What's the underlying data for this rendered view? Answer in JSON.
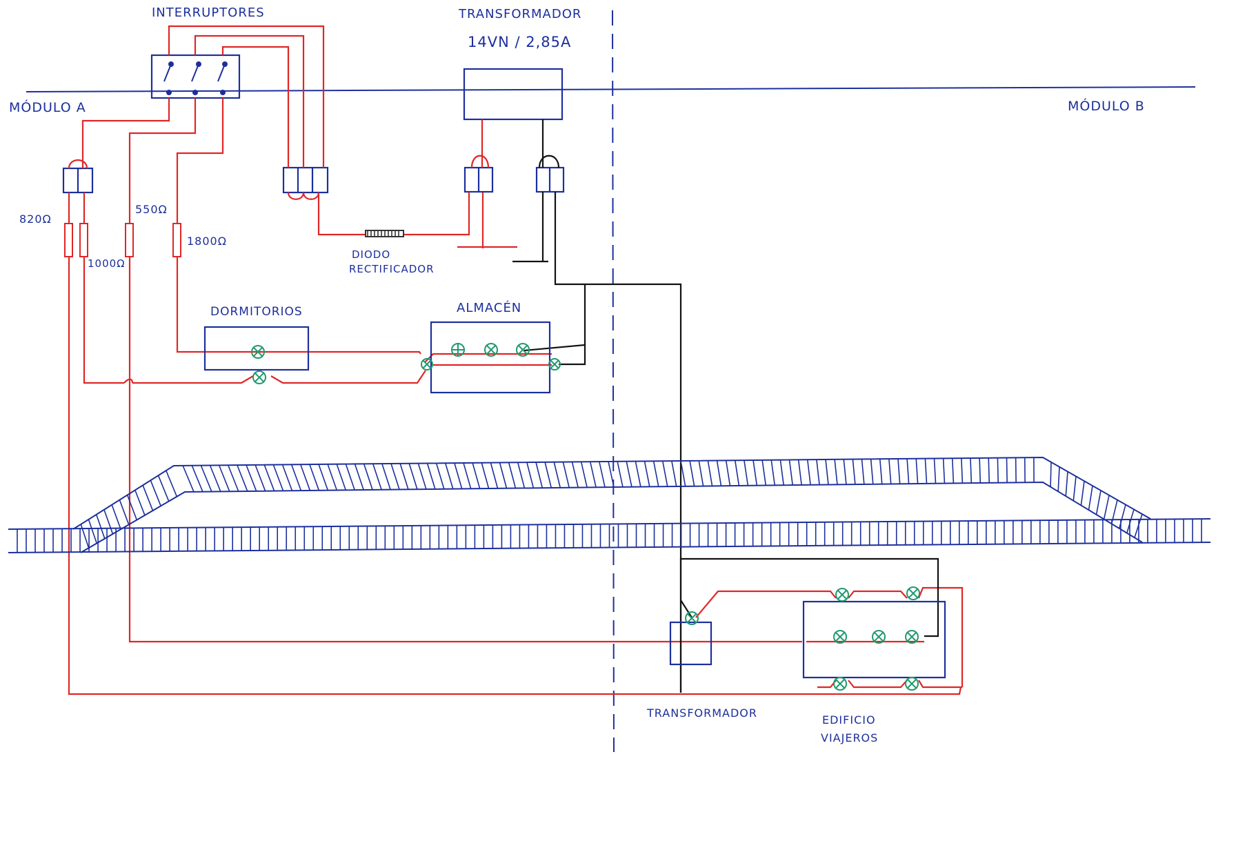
{
  "labels": {
    "switches": "INTERRUPTORES",
    "transformer_top": "TRANSFORMADOR",
    "transformer_rating": "14VN / 2,85A",
    "module_a": "MÓDULO A",
    "module_b": "MÓDULO B",
    "r_820": "820Ω",
    "r_1000": "1000Ω",
    "r_550": "550Ω",
    "r_1800": "1800Ω",
    "diode_line1": "DIODO",
    "diode_line2": "RECTIFICADOR",
    "bedrooms": "DORMITORIOS",
    "warehouse": "ALMACÉN",
    "transformer_bottom": "TRANSFORMADOR",
    "building_line1": "EDIFICIO",
    "building_line2": "VIAJEROS"
  },
  "colors": {
    "wire_power": "#e02626",
    "wire_return": "#111111",
    "outline": "#1c2f9c",
    "lamp": "#1f9a6e"
  },
  "icons": {
    "lamp": "lamp-icon",
    "switch": "switch-icon",
    "diode": "diode-icon",
    "resistor": "resistor-icon",
    "connector": "connector-icon"
  }
}
